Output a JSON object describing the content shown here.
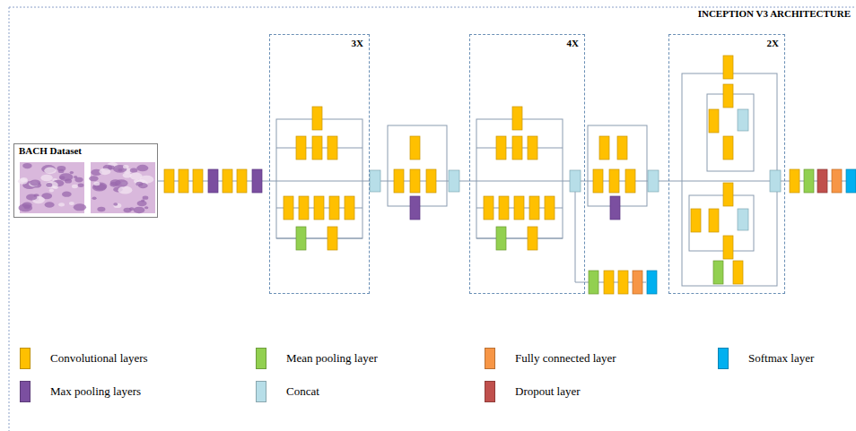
{
  "diagram": {
    "title": "INCEPTION V3 ARCHITECTURE",
    "nodes": [
      {
        "text": [
          "BACH Dataset"
        ]
      },
      {
        "text": [
          "3X"
        ]
      },
      {
        "text": [
          "4X"
        ]
      },
      {
        "text": [
          "2X"
        ]
      }
    ],
    "legend": [
      {
        "text": "Convolutional layers",
        "color": "#ffc000"
      },
      {
        "text": "Mean pooling layer",
        "color": "#92d050"
      },
      {
        "text": "Fully connected layer",
        "color": "#f79646"
      },
      {
        "text": "Softmax layer",
        "color": "#00b0f0"
      },
      {
        "text": "Max pooling layers",
        "color": "#7b4fa0"
      },
      {
        "text": "Concat",
        "color": "#b7dee8"
      },
      {
        "text": "Dropout layer",
        "color": "#c0504d"
      }
    ]
  }
}
